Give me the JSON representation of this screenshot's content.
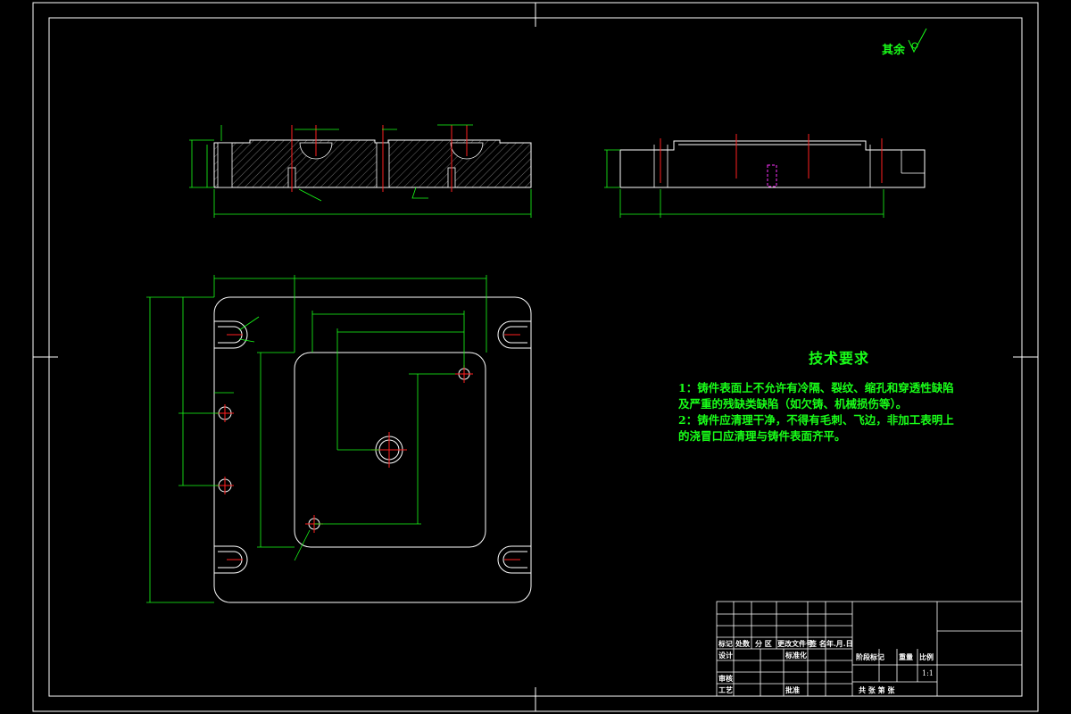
{
  "drawing": {
    "rough_note": "其余",
    "tech_requirements": {
      "title": "技术要求",
      "lines": [
        "1：铸件表面上不允许有冷隔、裂纹、缩孔和穿透性缺陷",
        "及严重的残缺类缺陷（如欠铸、机械损伤等）。",
        "2：铸件应清理干净，不得有毛刺、飞边，非加工表明上",
        "的浇冒口应清理与铸件表面齐平。"
      ]
    },
    "title_block": {
      "mark": "标记",
      "count": "处数",
      "zone": "分 区",
      "change_doc": "更改文件号",
      "sign": "签 名",
      "date": "年.月.日",
      "design": "设计",
      "standardize": "标准化",
      "stage_mark": "阶段标记",
      "weight": "重量",
      "scale_label": "比例",
      "scale_value": "1:1",
      "review": "审核",
      "process": "工艺",
      "approve": "批准",
      "sheets": "共  张 第  张"
    },
    "colors": {
      "outline": "#ffffff",
      "dimension": "#19ff19",
      "centerline": "#ff2020",
      "hatch": "#ffffff",
      "hidden": "#ff33ff"
    }
  }
}
